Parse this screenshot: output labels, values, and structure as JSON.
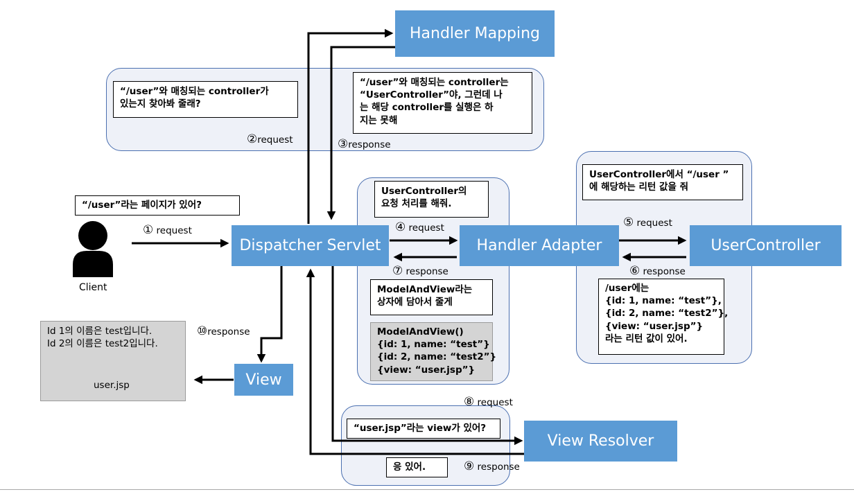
{
  "nodes": {
    "handler_mapping": "Handler Mapping",
    "dispatcher_servlet": "Dispatcher Servlet",
    "handler_adapter": "Handler Adapter",
    "user_controller": "UserController",
    "view": "View",
    "view_resolver": "View Resolver"
  },
  "client": {
    "label": "Client",
    "icon": "person-icon"
  },
  "notes": {
    "client_question": "“/user”라는 페이지가 있어?",
    "mapping_question": [
      "“/user”와 매칭되는 controller가",
      "있는지 찾아봐 줄래?"
    ],
    "mapping_answer": [
      "“/user”와 매칭되는 controller는",
      "“UserController”야, 그런데 나",
      "는 해당 controller를 실행은 하",
      "지는 못해"
    ],
    "adapter_request": [
      "UserController의",
      "요청 처리를 해줘."
    ],
    "model_and_view": [
      "ModelAndView라는",
      "상자에 담아서 줄게"
    ],
    "controller_request": [
      "UserController에서 “/user ”",
      "에 해당하는 리턴 값을 줘"
    ],
    "controller_response": [
      "/user에는",
      "{id: 1, name: “test”},",
      "{id: 2, name: “test2”},",
      "{view: “user.jsp”}",
      "라는 리턴 값이 있어."
    ],
    "resolver_question": "“user.jsp”라는 view가 있어?",
    "resolver_answer": "응 있어."
  },
  "model_box": [
    "ModelAndView()",
    "{id: 1, name: “test”}",
    "{id: 2, name: “test2”}",
    "{view: “user.jsp”}"
  ],
  "jsp_page": {
    "lines": [
      "Id 1의 이름은 test입니다.",
      "Id 2의 이름은 test2입니다."
    ],
    "filename": "user.jsp"
  },
  "steps": [
    {
      "num": "①",
      "text": "request"
    },
    {
      "num": "②",
      "text": "request"
    },
    {
      "num": "③",
      "text": "response"
    },
    {
      "num": "④",
      "text": "request"
    },
    {
      "num": "⑤",
      "text": "request"
    },
    {
      "num": "⑥",
      "text": "response"
    },
    {
      "num": "⑦",
      "text": "response"
    },
    {
      "num": "⑧",
      "text": "request"
    },
    {
      "num": "⑨",
      "text": "response"
    },
    {
      "num": "⑩",
      "text": "response"
    }
  ],
  "colors": {
    "node_fill": "#5b9bd5",
    "group_fill": "#eef1f8",
    "group_border": "#4a6fb0",
    "gray_fill": "#d4d4d4"
  }
}
